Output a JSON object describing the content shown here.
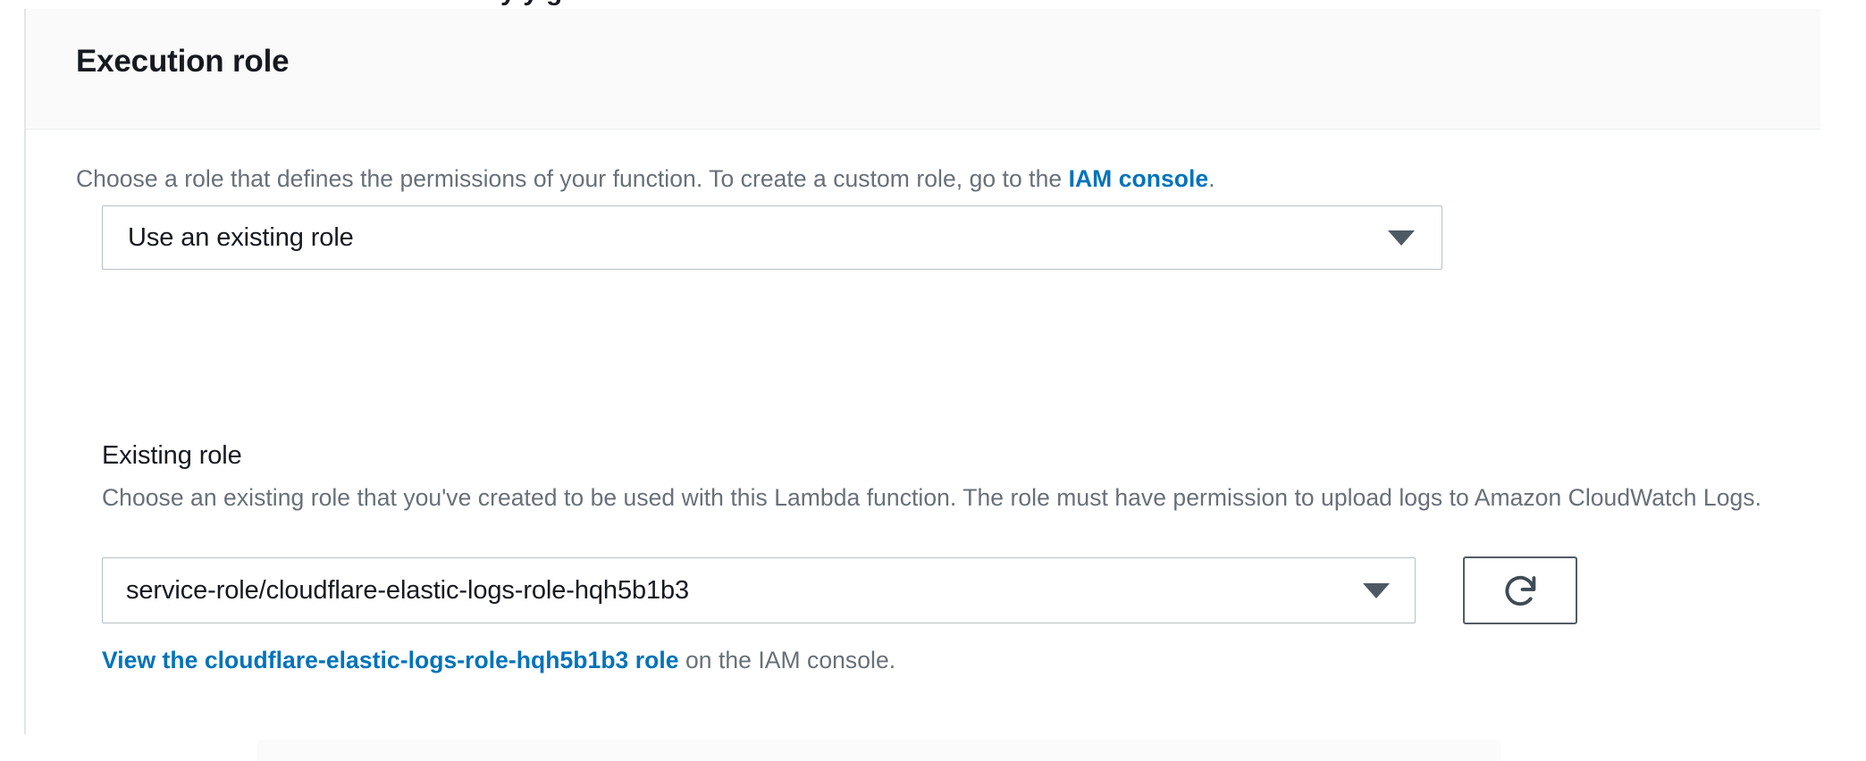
{
  "clipped_above": "y   y      g",
  "panel": {
    "title": "Execution role",
    "role_type": {
      "description_prefix": "Choose a role that defines the permissions of your function. To create a custom role, go to the ",
      "description_link": "IAM console",
      "description_suffix": ".",
      "selected_value": "Use an existing role",
      "caret_icon": "chevron-down-icon"
    },
    "existing_role": {
      "label": "Existing role",
      "description": "Choose an existing role that you've created to be used with this Lambda function. The role must have permission to upload logs to Amazon CloudWatch Logs.",
      "selected_value": "service-role/cloudflare-elastic-logs-role-hqh5b1b3",
      "caret_icon": "chevron-down-icon",
      "refresh_icon": "refresh-icon",
      "view_link_text": "View the cloudflare-elastic-logs-role-hqh5b1b3 role",
      "view_link_suffix": " on the IAM console."
    }
  },
  "colors": {
    "link": "#0073bb",
    "heading": "#16191f",
    "muted_text": "#687078",
    "header_bg": "#fafafa",
    "border": "#b6c1c6",
    "button_border": "#545b64"
  }
}
